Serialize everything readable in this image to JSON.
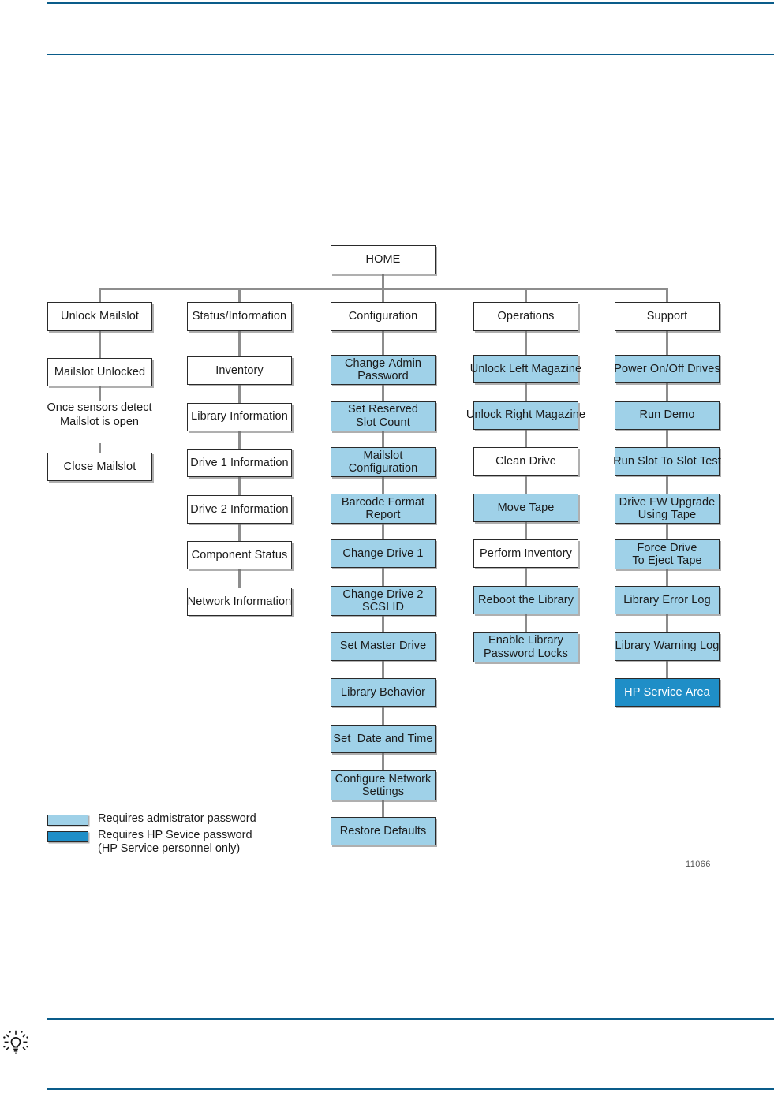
{
  "page": {
    "figure_id": "11066",
    "tip_icon": "lightbulb-tip-icon",
    "rule_color": "#0a5c8a"
  },
  "colors": {
    "admin_fill": "#9fd1e8",
    "service_fill": "#1f8ec7",
    "box_border": "#2a2a2a",
    "connector": "#8d8d8d",
    "box_fill": "#ffffff"
  },
  "diagram": {
    "type": "tree-menu-map",
    "root": {
      "id": "home",
      "label": "HOME",
      "access": "none"
    },
    "note": "Once sensors detect\nMailslot is open",
    "columns": [
      {
        "id": "unlock-mailslot",
        "header": {
          "label": "Unlock Mailslot",
          "access": "none"
        },
        "items": [
          {
            "label": "Mailslot Unlocked",
            "access": "none"
          },
          {
            "label": "Close Mailslot",
            "access": "none"
          }
        ]
      },
      {
        "id": "status-information",
        "header": {
          "label": "Status/Information",
          "access": "none"
        },
        "items": [
          {
            "label": "Inventory",
            "access": "none"
          },
          {
            "label": "Library Information",
            "access": "none"
          },
          {
            "label": "Drive 1 Information",
            "access": "none"
          },
          {
            "label": "Drive 2 Information",
            "access": "none"
          },
          {
            "label": "Component Status",
            "access": "none"
          },
          {
            "label": "Network Information",
            "access": "none"
          }
        ]
      },
      {
        "id": "configuration",
        "header": {
          "label": "Configuration",
          "access": "none"
        },
        "items": [
          {
            "label": "Change Admin\nPassword",
            "access": "admin"
          },
          {
            "label": "Set Reserved\nSlot Count",
            "access": "admin"
          },
          {
            "label": "Mailslot\nConfiguration",
            "access": "admin"
          },
          {
            "label": "Barcode Format\nReport",
            "access": "admin"
          },
          {
            "label": "Change Drive 1",
            "access": "admin"
          },
          {
            "label": "Change Drive 2\nSCSI ID",
            "access": "admin"
          },
          {
            "label": "Set Master Drive",
            "access": "admin"
          },
          {
            "label": "Library Behavior",
            "access": "admin"
          },
          {
            "label": "Set  Date and Time",
            "access": "admin"
          },
          {
            "label": "Configure Network\nSettings",
            "access": "admin"
          },
          {
            "label": "Restore Defaults",
            "access": "admin"
          }
        ]
      },
      {
        "id": "operations",
        "header": {
          "label": "Operations",
          "access": "none"
        },
        "items": [
          {
            "label": "Unlock Left Magazine",
            "access": "admin"
          },
          {
            "label": "Unlock Right Magazine",
            "access": "admin"
          },
          {
            "label": "Clean Drive",
            "access": "none"
          },
          {
            "label": "Move Tape",
            "access": "admin"
          },
          {
            "label": "Perform Inventory",
            "access": "none"
          },
          {
            "label": "Reboot the Library",
            "access": "admin"
          },
          {
            "label": "Enable Library\nPassword Locks",
            "access": "admin"
          }
        ]
      },
      {
        "id": "support",
        "header": {
          "label": "Support",
          "access": "none"
        },
        "items": [
          {
            "label": "Power On/Off Drives",
            "access": "admin"
          },
          {
            "label": "Run Demo",
            "access": "admin"
          },
          {
            "label": "Run Slot To Slot Test",
            "access": "admin"
          },
          {
            "label": "Drive FW Upgrade\nUsing Tape",
            "access": "admin"
          },
          {
            "label": "Force Drive\nTo Eject Tape",
            "access": "admin"
          },
          {
            "label": "Library Error Log",
            "access": "admin"
          },
          {
            "label": "Library Warning Log",
            "access": "admin"
          },
          {
            "label": "HP Service Area",
            "access": "service"
          }
        ]
      }
    ]
  },
  "legend": {
    "items": [
      {
        "swatch": "admin",
        "text": "Requires admistrator password"
      },
      {
        "swatch": "service",
        "text": "Requires HP Sevice password\n(HP Service personnel only)"
      }
    ]
  }
}
